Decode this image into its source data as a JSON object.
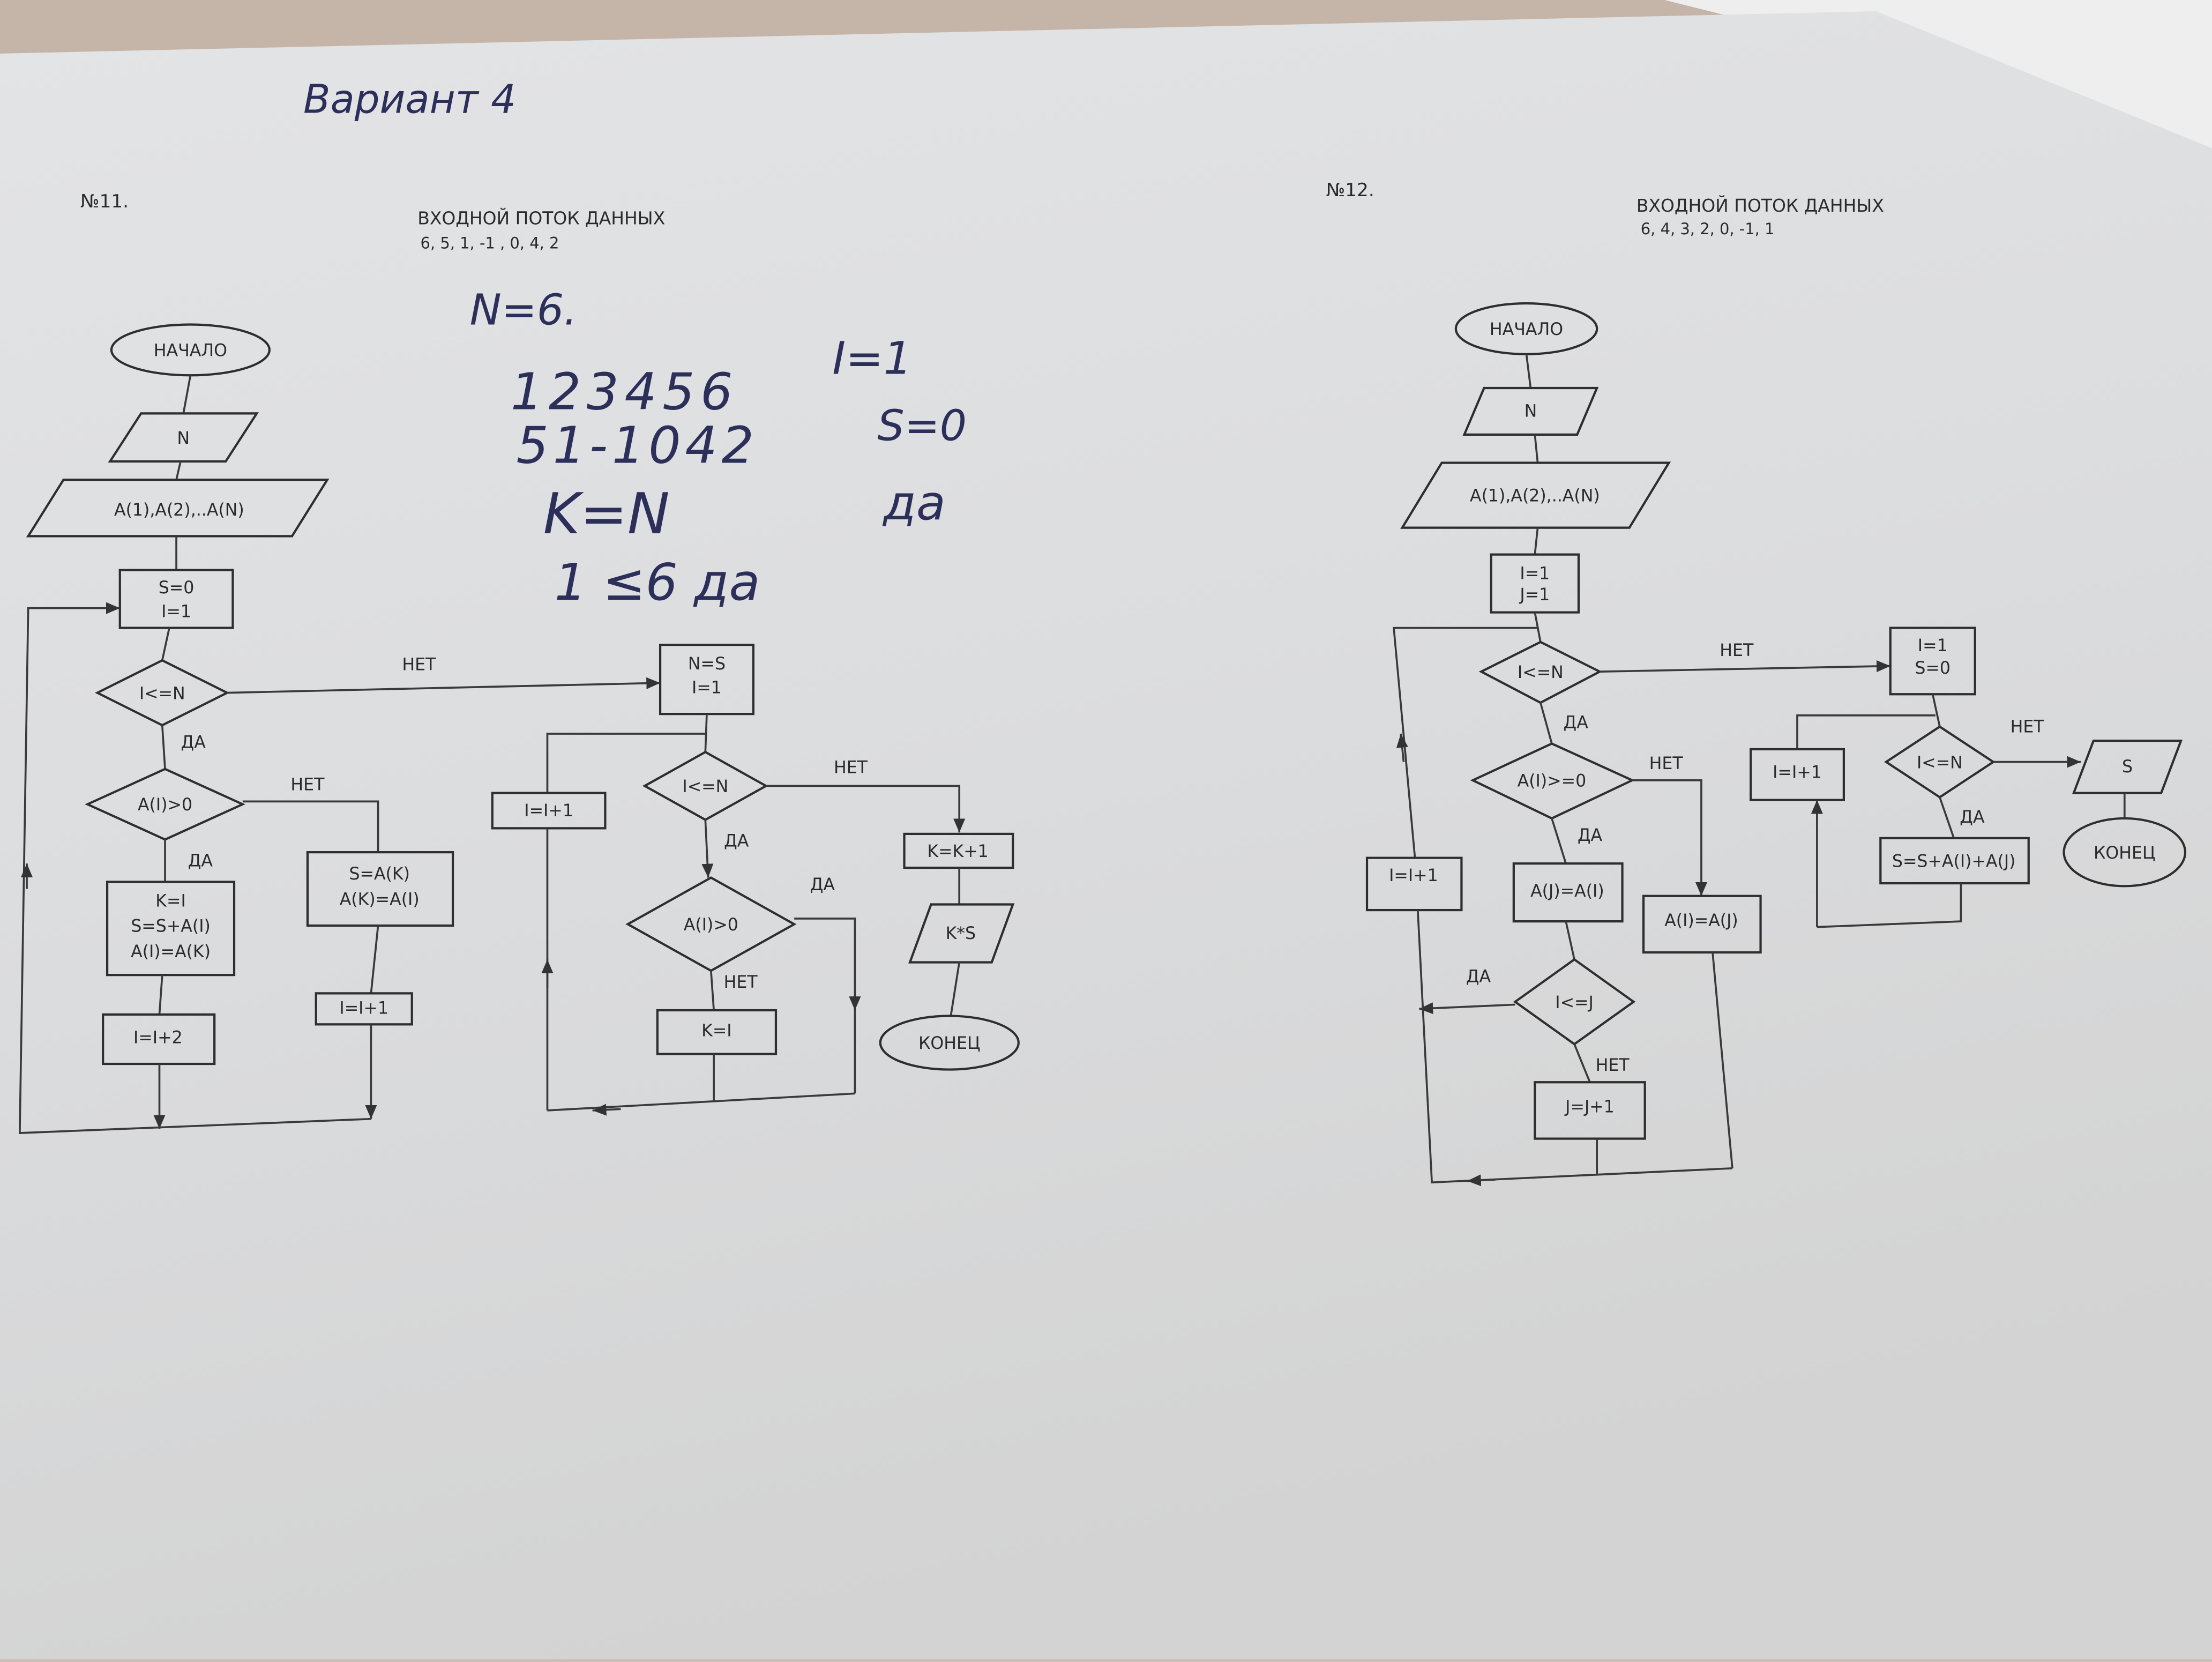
{
  "handwritten": {
    "title": "Вариант 4",
    "n_value": "N=6.",
    "indices": "123456",
    "values": "51-1042",
    "k_eq_n": "K=N",
    "compare": "1 ≤6 да",
    "i_eq": "I=1",
    "s_eq": "S=0",
    "yes": "да"
  },
  "task11": {
    "number": "№11.",
    "stream_header": "ВХОДНОЙ ПОТОК ДАННЫХ",
    "stream_values": "6, 5, 1, -1 , 0, 4, 2",
    "start": "НАЧАЛО",
    "input_n": "N",
    "input_array": "A(1),A(2),..A(N)",
    "init": [
      "S=0",
      "I=1"
    ],
    "cond1": "I<=N",
    "cond1_no": "НЕТ",
    "cond1_yes": "ДА",
    "cond2": "A(I)>0",
    "cond2_no": "НЕТ",
    "cond2_yes": "ДА",
    "yes_block": [
      "K=I",
      "S=S+A(I)",
      "A(I)=A(K)"
    ],
    "no_block": [
      "S=A(K)",
      "A(K)=A(I)"
    ],
    "inc2": "I=I+2",
    "inc1": "I=I+1",
    "init2": [
      "N=S",
      "I=1"
    ],
    "cond3": "I<=N",
    "cond3_no": "НЕТ",
    "cond3_yes": "ДА",
    "loop_inc": "I=I+1",
    "cond4": "A(I)>0",
    "cond4_yes": "ДА",
    "cond4_no": "НЕТ",
    "k_assign": "K=I",
    "k_inc": "K=K+1",
    "output": "K*S",
    "end": "КОНЕЦ"
  },
  "task12": {
    "number": "№12.",
    "stream_header": "ВХОДНОЙ ПОТОК ДАННЫХ",
    "stream_values": "6, 4, 3, 2, 0, -1, 1",
    "start": "НАЧАЛО",
    "input_n": "N",
    "input_array": "A(1),A(2),..A(N)",
    "init": [
      "I=1",
      "J=1"
    ],
    "cond1": "I<=N",
    "cond1_no": "НЕТ",
    "cond1_yes": "ДА",
    "cond2": "A(I)>=0",
    "cond2_no": "НЕТ",
    "cond2_yes": "ДА",
    "yes_block": "A(J)=A(I)",
    "no_block": "A(I)=A(J)",
    "cond3": "I<=J",
    "cond3_yes": "ДА",
    "cond3_no": "НЕТ",
    "j_inc": "J=J+1",
    "i_inc": "I=I+1",
    "init2": [
      "I=1",
      "S=0"
    ],
    "cond4": "I<=N",
    "cond4_no": "НЕТ",
    "cond4_yes": "ДА",
    "loop_inc": "I=I+1",
    "sum": "S=S+A(I)+A(J)",
    "output": "S",
    "end": "КОНЕЦ"
  }
}
